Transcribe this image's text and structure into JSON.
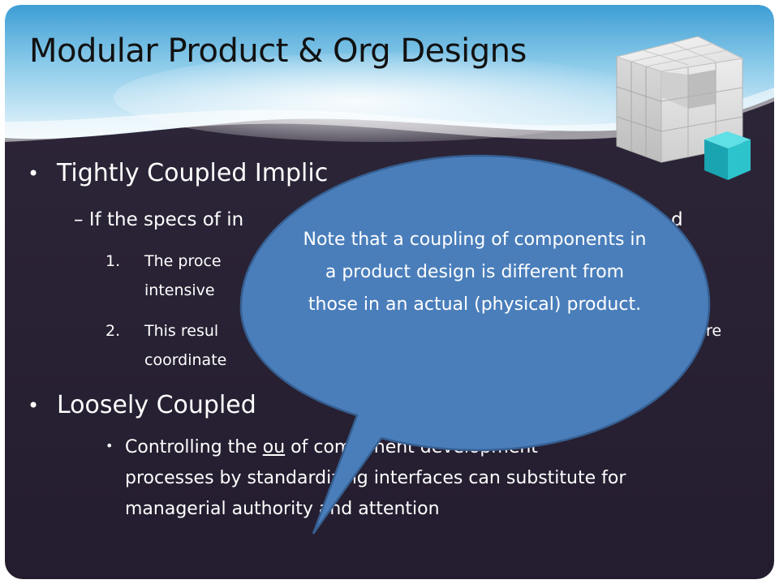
{
  "slide": {
    "title": "Modular Product & Org Designs",
    "bullets": {
      "tightly_coupled": "Tightly Coupled Implic",
      "if_specs": "– If the specs of in",
      "if_specs_tail": "d",
      "item1_num": "1.",
      "item1_line1": "The proce",
      "item1_line2": "intensive",
      "item2_num": "2.",
      "item2_line1": "This resul",
      "item2_line1_tail": "re",
      "item2_line2": "coordinate",
      "loosely_coupled": "Loosely Coupled",
      "controlling_pre": "Controlling the ",
      "controlling_under": "ou",
      "controlling_post": " of component development",
      "controlling_line2": "processes by standardizing interfaces can substitute for",
      "controlling_line3": "managerial authority and attention"
    },
    "callout": {
      "text": "Note that a coupling of components in a product design is different from those in an actual (physical) product."
    }
  },
  "colors": {
    "dark_bg": "#2b2337",
    "sky_top": "#4aa8d8",
    "callout_fill": "#4a7ebb",
    "callout_stroke": "#365f91",
    "text_light": "#ffffff",
    "title_text": "#111111"
  },
  "icons": {
    "cube": "cube-icon"
  }
}
